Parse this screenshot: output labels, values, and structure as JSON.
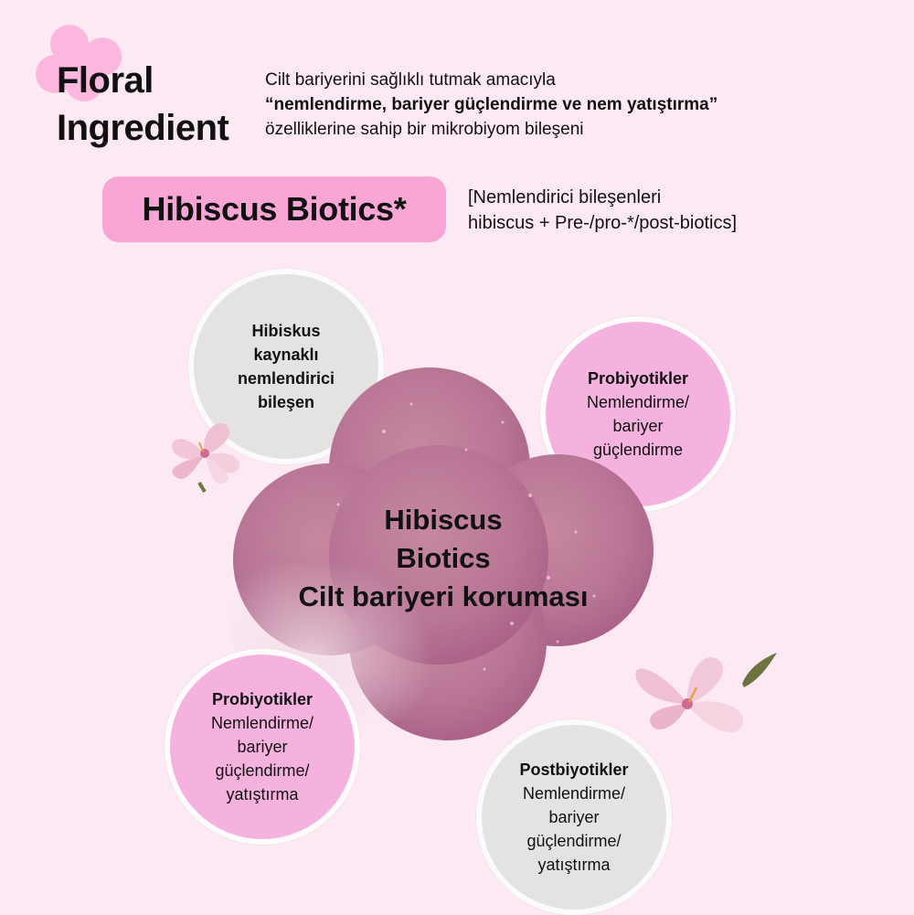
{
  "header": {
    "title_line1": "Floral",
    "title_line2": "Ingredient",
    "intro_line1": "Cilt bariyerini sağlıklı tutmak amacıyla",
    "intro_line2": "“nemlendirme, bariyer güçlendirme ve nem yatıştırma”",
    "intro_line3": "özelliklerine sahip bir mikrobiyom bileşeni"
  },
  "ingredient": {
    "name": "Hibiscus Biotics*",
    "note_line1": "[Nemlendirici bileşenleri",
    "note_line2": "hibiscus + Pre-/pro-*/post-biotics]"
  },
  "center": {
    "line1": "Hibiscus",
    "line2": "Biotics",
    "line3": "Cilt bariyeri koruması"
  },
  "circles": [
    {
      "lines": [
        "Hibiskus",
        "kaynaklı",
        "nemlendirici",
        "bileşen"
      ]
    },
    {
      "title": "Probiyotikler",
      "lines": [
        "Nemlendirme/",
        "bariyer",
        "güçlendirme"
      ]
    },
    {
      "title": "Probiyotikler",
      "lines": [
        "Nemlendirme/",
        "bariyer",
        "güçlendirme/",
        "yatıştırma"
      ]
    },
    {
      "title": "Postbiyotikler",
      "lines": [
        "Nemlendirme/",
        "bariyer",
        "güçlendirme/",
        "yatıştırma"
      ]
    }
  ],
  "colors": {
    "background": "#fde9f3",
    "pill": "#f9a6d6",
    "pink_circle": "#f6b2df",
    "gray_circle": "#e5e2e2",
    "blob": "#b97796"
  }
}
